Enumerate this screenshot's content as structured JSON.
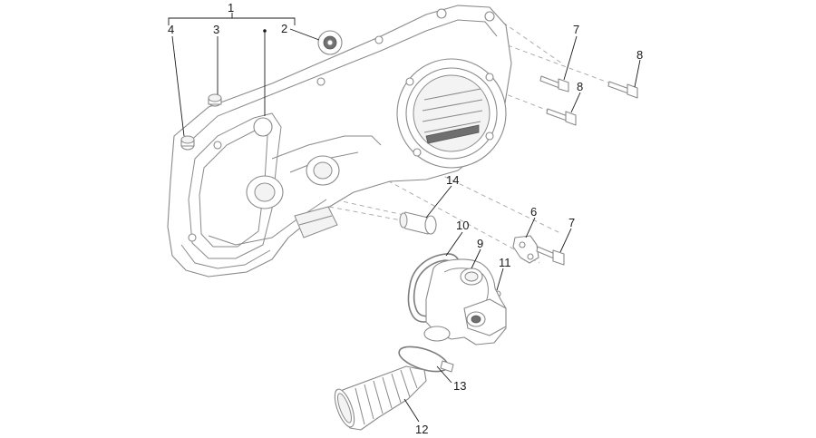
{
  "diagram": {
    "callouts": [
      {
        "id": "1",
        "label": "1"
      },
      {
        "id": "2",
        "label": "2"
      },
      {
        "id": "3",
        "label": "3"
      },
      {
        "id": "4",
        "label": "4"
      },
      {
        "id": "6",
        "label": "6"
      },
      {
        "id": "7a",
        "label": "7"
      },
      {
        "id": "7b",
        "label": "7"
      },
      {
        "id": "8a",
        "label": "8"
      },
      {
        "id": "8b",
        "label": "8"
      },
      {
        "id": "9",
        "label": "9"
      },
      {
        "id": "10",
        "label": "10"
      },
      {
        "id": "11",
        "label": "11"
      },
      {
        "id": "12",
        "label": "12"
      },
      {
        "id": "13",
        "label": "13"
      },
      {
        "id": "14",
        "label": "14"
      }
    ],
    "colors": {
      "line": "#8a8a8a",
      "leader": "#1a1a1a",
      "dash": "#a5a5a5",
      "background": "#ffffff"
    }
  }
}
